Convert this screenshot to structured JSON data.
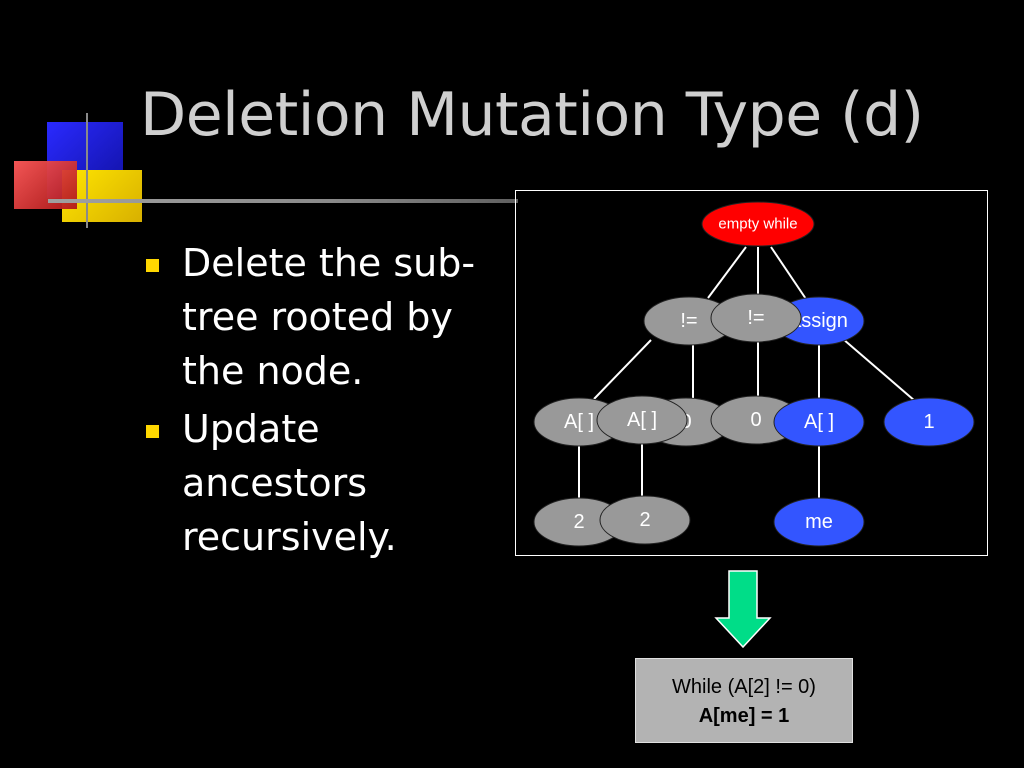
{
  "slide": {
    "title": "Deletion Mutation Type (d)",
    "bullets": [
      "Delete the sub-tree rooted by the node.",
      "Update ancestors recursively."
    ]
  },
  "tree": {
    "nodes": [
      {
        "name": "tree-node-root-empty-while",
        "label": "empty while",
        "color": "#ff0000",
        "font": 15
      },
      {
        "name": "tree-node-ne-left",
        "label": "!=",
        "color": "#999999",
        "font": 20
      },
      {
        "name": "tree-node-assign",
        "label": "assign",
        "color": "#3355ff",
        "font": 20
      },
      {
        "name": "tree-node-ne-front",
        "label": "!=",
        "color": "#999999",
        "font": 20
      },
      {
        "name": "tree-node-array-left",
        "label": "A[ ]",
        "color": "#999999",
        "font": 20
      },
      {
        "name": "tree-node-zero-back",
        "label": "0",
        "color": "#999999",
        "font": 20
      },
      {
        "name": "tree-node-array-front",
        "label": "A[ ]",
        "color": "#999999",
        "font": 20
      },
      {
        "name": "tree-node-zero-front",
        "label": "0",
        "color": "#999999",
        "font": 20
      },
      {
        "name": "tree-node-array-me",
        "label": "A[ ]",
        "color": "#3355ff",
        "font": 20
      },
      {
        "name": "tree-node-one",
        "label": "1",
        "color": "#3355ff",
        "font": 20
      },
      {
        "name": "tree-node-two-left",
        "label": "2",
        "color": "#999999",
        "font": 20
      },
      {
        "name": "tree-node-two-front",
        "label": "2",
        "color": "#999999",
        "font": 20
      },
      {
        "name": "tree-node-me",
        "label": "me",
        "color": "#3355ff",
        "font": 20
      }
    ]
  },
  "arrow": {
    "color": "#00dd88"
  },
  "result": {
    "line1": "While (A[2] != 0)",
    "line2": "A[me] = 1"
  }
}
